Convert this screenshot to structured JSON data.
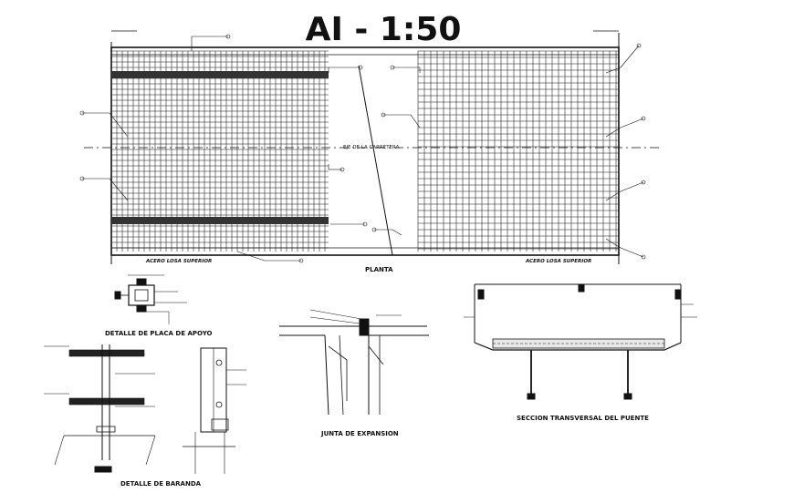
{
  "title": "AI - 1:50",
  "plan": {
    "label": "PLANTA",
    "road_label": "EJE DE LA CARRETERA",
    "acero_left": "ACERO LOSA SUPERIOR",
    "acero_right": "ACERO LOSA SUPERIOR"
  },
  "details": {
    "placa": "DETALLE DE PLACA DE APOYO",
    "baranda": "DETALLE DE BARANDA",
    "junta": "JUNTA DE EXPANSION",
    "seccion": "SECCION TRANSVERSAL DEL PUENTE"
  },
  "colors": {
    "ink": "#111111",
    "background": "#ffffff"
  }
}
